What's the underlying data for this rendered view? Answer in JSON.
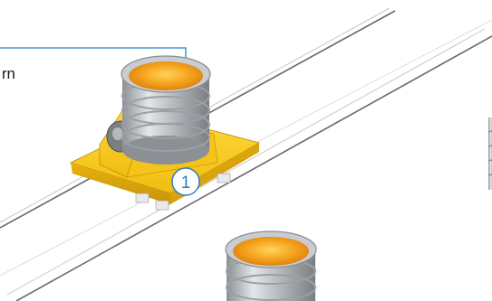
{
  "annotation": {
    "label_fragment": "rn",
    "callout_number": "1"
  },
  "colors": {
    "callout_blue": "#2b7fc4",
    "carriage_yellow": "#f2c318",
    "carriage_yellow_shadow": "#d9a40c",
    "rail_grey": "#6e6e6e",
    "roller_silver": "#b8bcc0",
    "liquid_orange": "#f5a21c"
  },
  "icons": [
    "rail-track",
    "yellow-carriage",
    "barrel-roller",
    "pivot-pin"
  ]
}
